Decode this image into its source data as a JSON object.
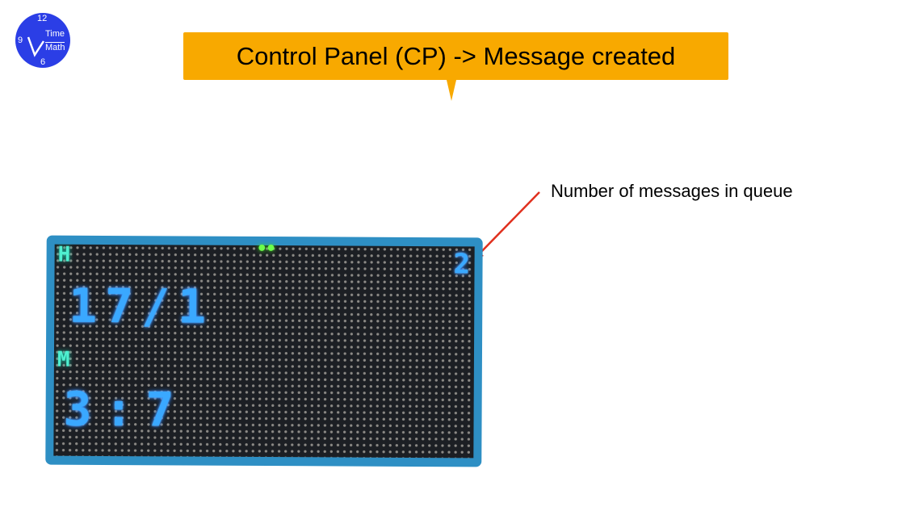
{
  "logo": {
    "num12": "12",
    "num9": "9",
    "num6": "6",
    "time": "Time",
    "math": "Math"
  },
  "callout": {
    "text": "Control Panel (CP) -> Message created"
  },
  "annotation": {
    "text": "Number of messages in queue"
  },
  "led_panel": {
    "hour_label": "H",
    "minute_label": "M",
    "date": "17/1",
    "time": "3:7",
    "queue_count": "2",
    "indicator": "••"
  },
  "colors": {
    "callout": "#f8a900",
    "arrow": "#e0301e",
    "logo": "#2b3ee6",
    "led_blue": "#3aa8ff"
  }
}
